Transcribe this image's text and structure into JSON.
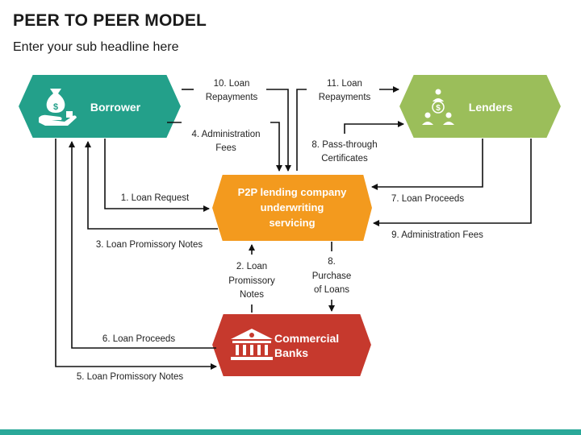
{
  "header": {
    "title": "PEER TO PEER MODEL",
    "subtitle": "Enter your sub headline here"
  },
  "colors": {
    "borrower": "#23a08a",
    "lenders": "#9bbe5a",
    "p2p": "#f39a1e",
    "banks": "#c6392d",
    "arrow": "#111111",
    "accent_bar": "#2aa899"
  },
  "nodes": {
    "borrower": {
      "label": "Borrower",
      "icon": "money-bag-hand-icon"
    },
    "lenders": {
      "label": "Lenders",
      "icon": "people-network-icon"
    },
    "p2p": {
      "line1": "P2P lending company",
      "line2": "underwriting",
      "line3": "servicing"
    },
    "banks": {
      "line1": "Commercial",
      "line2": "Banks",
      "icon": "bank-building-icon"
    }
  },
  "edges": {
    "e10": {
      "line1": "10. Loan",
      "line2": "Repayments"
    },
    "e11": {
      "line1": "11. Loan",
      "line2": "Repayments"
    },
    "e4": {
      "line1": "4. Administration",
      "line2": "Fees"
    },
    "e8a": {
      "line1": "8. Pass-through",
      "line2": "Certificates"
    },
    "e1": {
      "line1": "1. Loan Request"
    },
    "e7": {
      "line1": "7. Loan Proceeds"
    },
    "e3": {
      "line1": "3. Loan Promissory Notes"
    },
    "e9": {
      "line1": "9. Administration Fees"
    },
    "e2": {
      "line1": "2. Loan",
      "line2": "Promissory",
      "line3": "Notes"
    },
    "e8b": {
      "line1": "8.",
      "line2": "Purchase",
      "line3": "of Loans"
    },
    "e6": {
      "line1": "6. Loan Proceeds"
    },
    "e5": {
      "line1": "5. Loan Promissory Notes"
    }
  }
}
